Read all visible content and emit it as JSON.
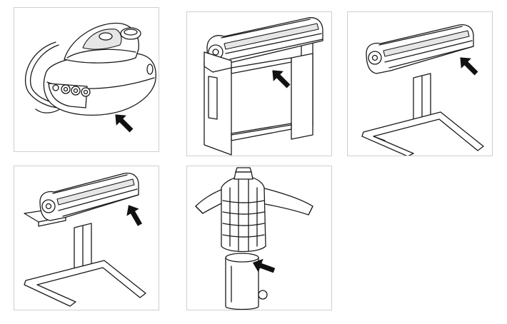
{
  "panels": [
    {
      "icon": "steam-generator-iron-icon",
      "arrow_direction": "up-left"
    },
    {
      "icon": "rotary-ironer-frame-icon",
      "arrow_direction": "up-left"
    },
    {
      "icon": "rotary-ironer-stand-icon",
      "arrow_direction": "up-left"
    },
    {
      "icon": "rotary-ironer-table-icon",
      "arrow_direction": "up-left"
    },
    {
      "icon": "shirt-finisher-dummy-icon",
      "arrow_direction": "left"
    }
  ],
  "colors": {
    "line": "#1a1a1a",
    "arrow": "#111111",
    "panel_border": "#cfcfcf",
    "background": "#ffffff"
  }
}
